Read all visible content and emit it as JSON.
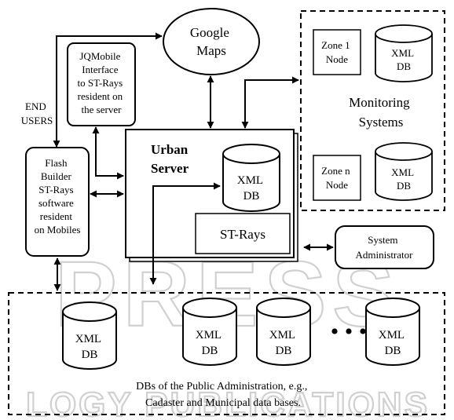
{
  "nodes": {
    "google_maps": [
      "Google",
      "Maps"
    ],
    "jqmobile": [
      "JQMobile",
      "Interface",
      "to ST-Rays",
      "resident on",
      "the server"
    ],
    "end_users": [
      "END",
      "USERS"
    ],
    "flash_builder": [
      "Flash",
      "Builder",
      "ST-Rays",
      "software",
      "resident",
      "on Mobiles"
    ],
    "urban_server": [
      "Urban",
      "Server"
    ],
    "urban_xml_db": [
      "XML",
      "DB"
    ],
    "st_rays": "ST-Rays",
    "zone1_node": [
      "Zone 1",
      "Node"
    ],
    "zone1_db": [
      "XML",
      "DB"
    ],
    "monitoring": [
      "Monitoring",
      "Systems"
    ],
    "zonen_node": [
      "Zone n",
      "Node"
    ],
    "zonen_db": [
      "XML",
      "DB"
    ],
    "system_admin": [
      "System",
      "Administrator"
    ],
    "public_dbs": [
      [
        "XML",
        "DB"
      ],
      [
        "XML",
        "DB"
      ],
      [
        "XML",
        "DB"
      ],
      [
        "XML",
        "DB"
      ]
    ],
    "ellipsis": "• • •",
    "public_caption": [
      "DBs of the Public Administration, e.g.,",
      "Cadaster and Municipal data bases."
    ]
  },
  "watermark": [
    "PRESS",
    "LOGY PUBLICATIONS"
  ],
  "colors": {
    "line": "#000000",
    "watermark": "#d0d0d0"
  }
}
